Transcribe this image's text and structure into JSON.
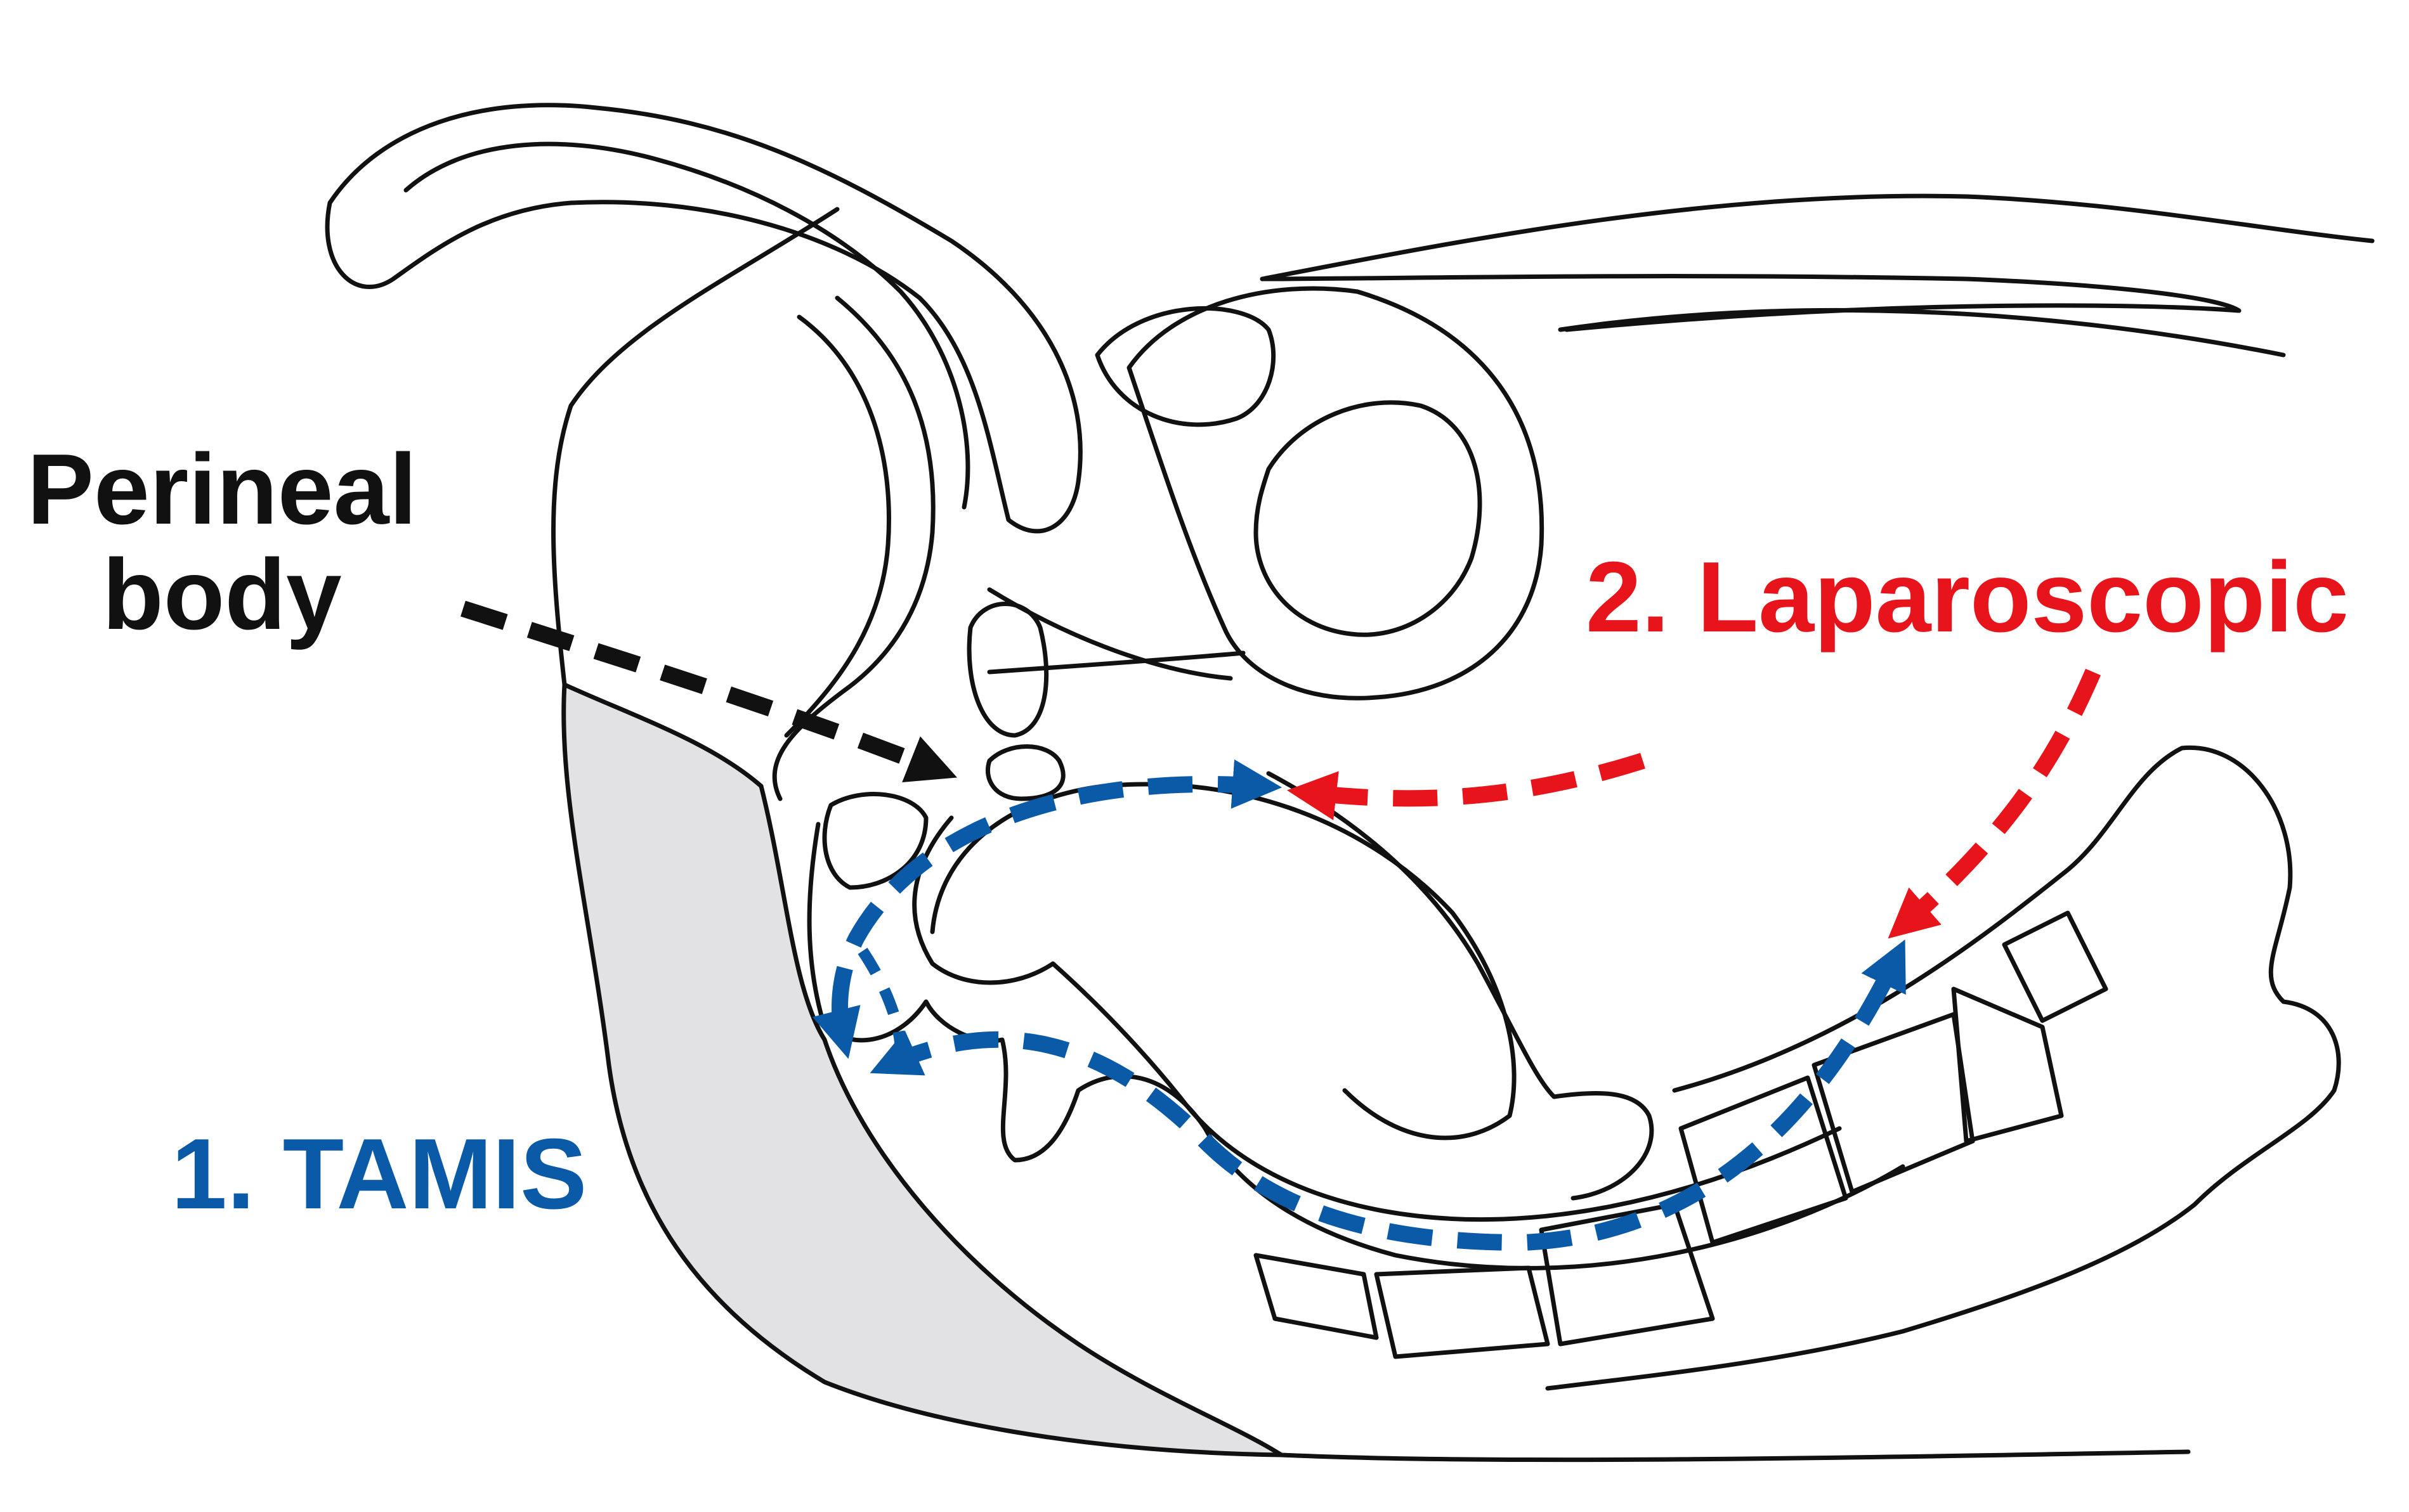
{
  "labels": {
    "perineal_line1": "Perineal",
    "perineal_line2": "body",
    "laparoscopic": "2. Laparoscopic",
    "tamis": "1. TAMIS"
  },
  "colors": {
    "outline": "#111111",
    "perineal_arrow": "#111111",
    "laparoscopic": "#e8141b",
    "tamis": "#0b5aa7",
    "shaded_region": "#e2e2e4"
  },
  "icons": {
    "perineal_arrow": "dashed-arrow-icon",
    "laparoscopic_arrows": "dashed-arrow-icon",
    "tamis_arrows": "dashed-double-arrow-icon"
  }
}
